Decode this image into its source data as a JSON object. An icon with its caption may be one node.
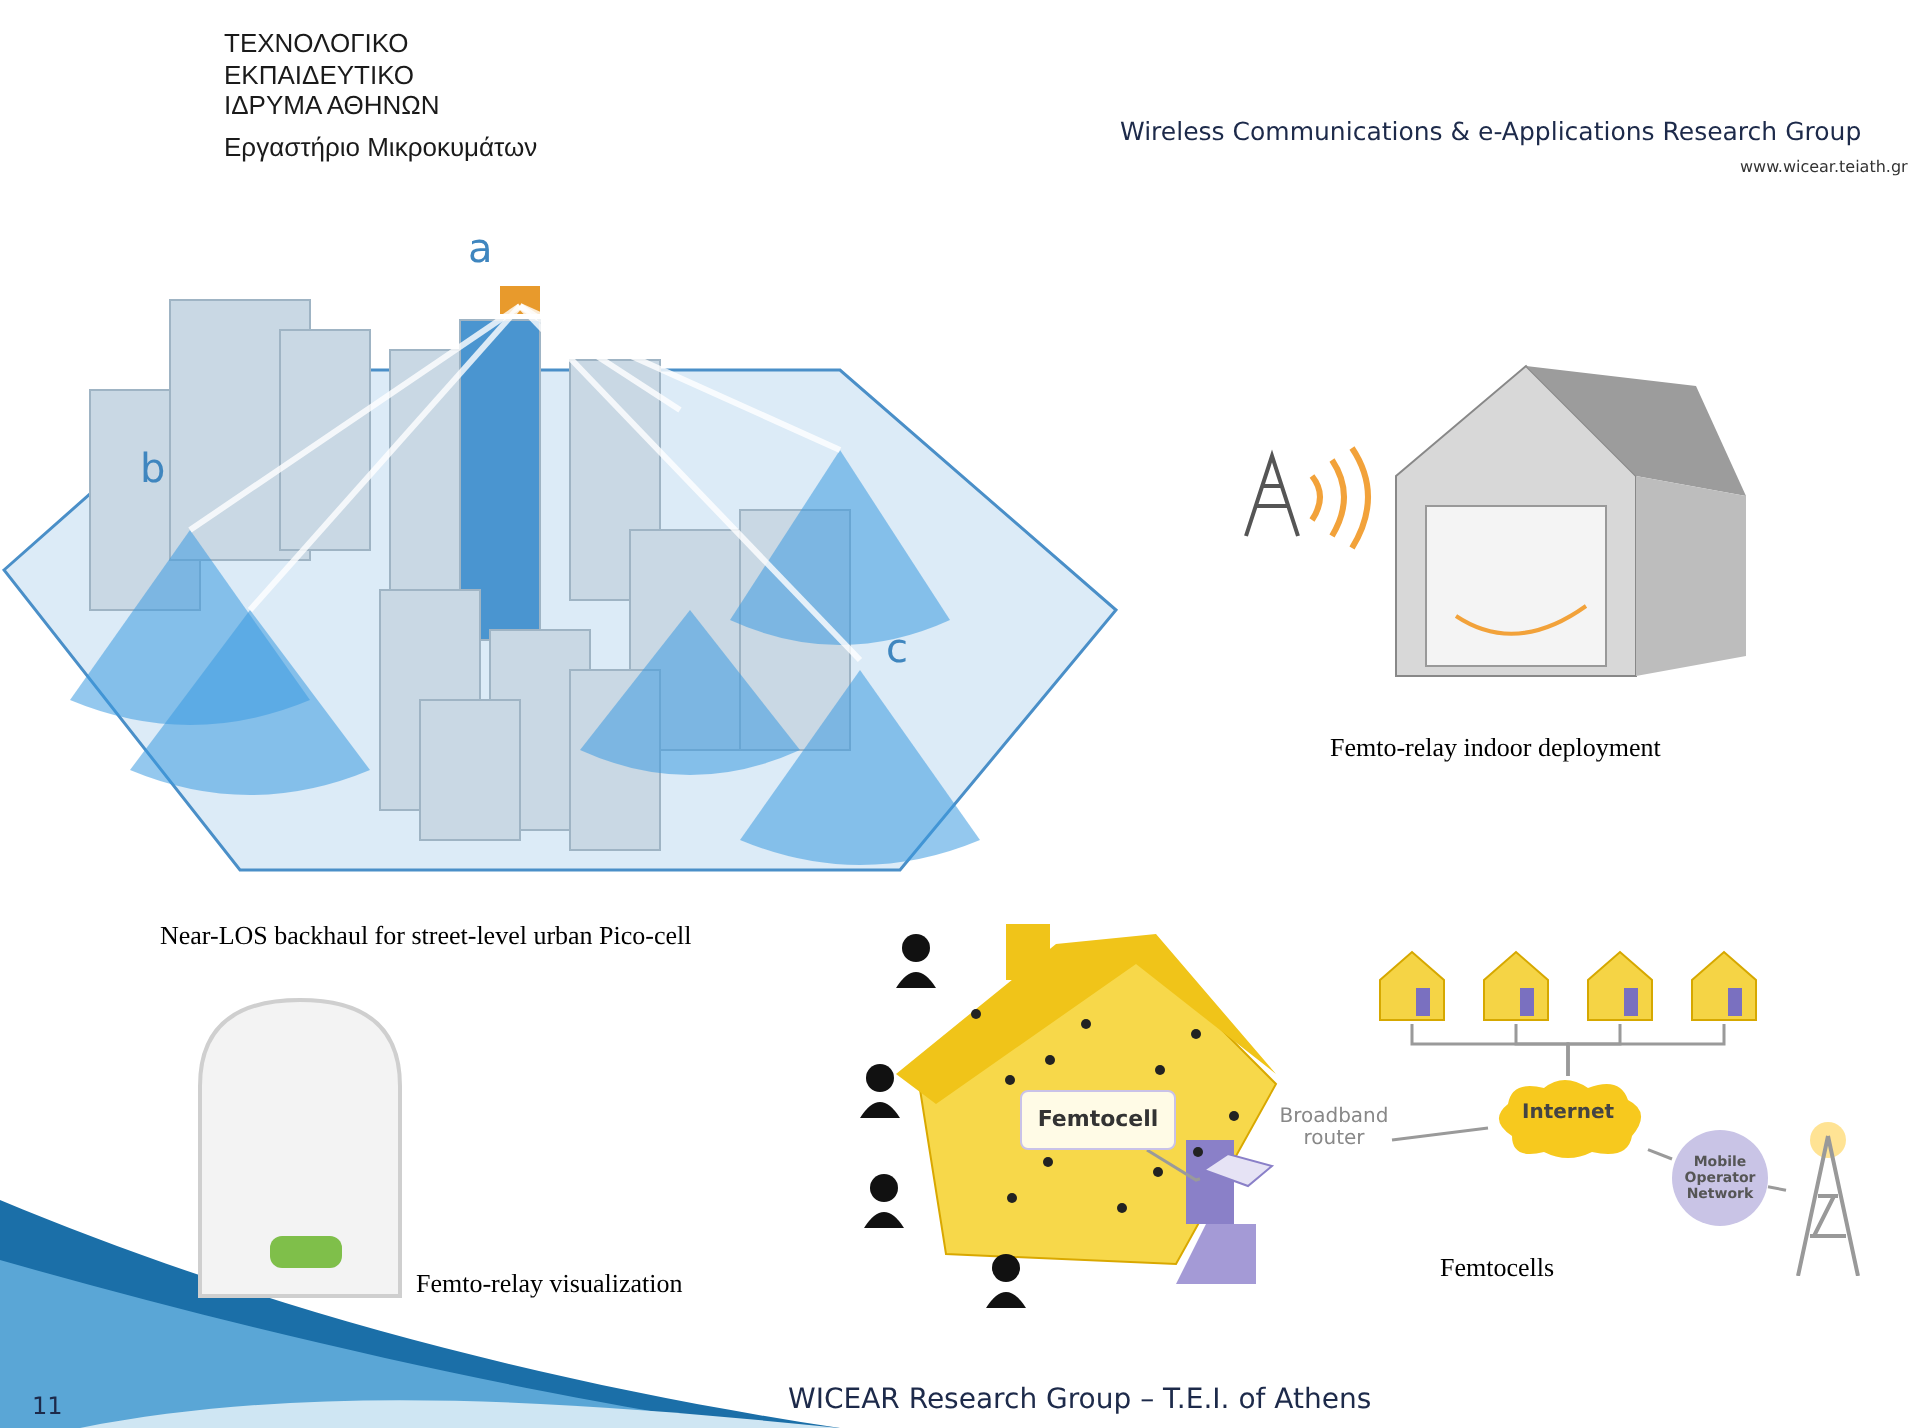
{
  "diagram": {
    "nodes": [
      {
        "text": [
          "Femtocell"
        ]
      },
      {
        "text": [
          "Broadband router"
        ]
      },
      {
        "text": [
          "Internet"
        ]
      },
      {
        "text": [
          "Mobile Operator Network"
        ]
      },
      {
        "text": [],
        "shape": "tower"
      },
      {
        "text": [],
        "shape": "house"
      },
      {
        "text": [],
        "shape": "house"
      },
      {
        "text": [],
        "shape": "house"
      },
      {
        "text": [],
        "shape": "house"
      }
    ],
    "edges": [
      {
        "from": 0,
        "to": 1,
        "arrow": "none"
      },
      {
        "from": 1,
        "to": 2,
        "arrow": "none"
      },
      {
        "from": 5,
        "to": 2,
        "arrow": "none"
      },
      {
        "from": 6,
        "to": 2,
        "arrow": "none"
      },
      {
        "from": 7,
        "to": 2,
        "arrow": "none"
      },
      {
        "from": 8,
        "to": 2,
        "arrow": "none"
      },
      {
        "from": 2,
        "to": 3,
        "arrow": "none"
      },
      {
        "from": 3,
        "to": 4,
        "arrow": "none"
      }
    ],
    "labels": [
      "ΤΕΧΝΟΛΟΓΙΚΟ ΕΚΠΑΙΔΕΥΤΙΚΟ ΙΔΡΥΜΑ ΑΘΗΝΩΝ",
      "Εργαστήριο Μικροκυμάτων",
      "Wireless Communications & e-Applications Research Group",
      "www.wicear.teiath.gr",
      "a",
      "b",
      "c",
      "Femto-relay indoor deployment",
      "Near-LOS backhaul for street-level urban Pico-cell",
      "Femto-relay visualization",
      "Femtocells",
      "WICEAR Research Group – T.E.I. of Athens",
      "11"
    ]
  }
}
